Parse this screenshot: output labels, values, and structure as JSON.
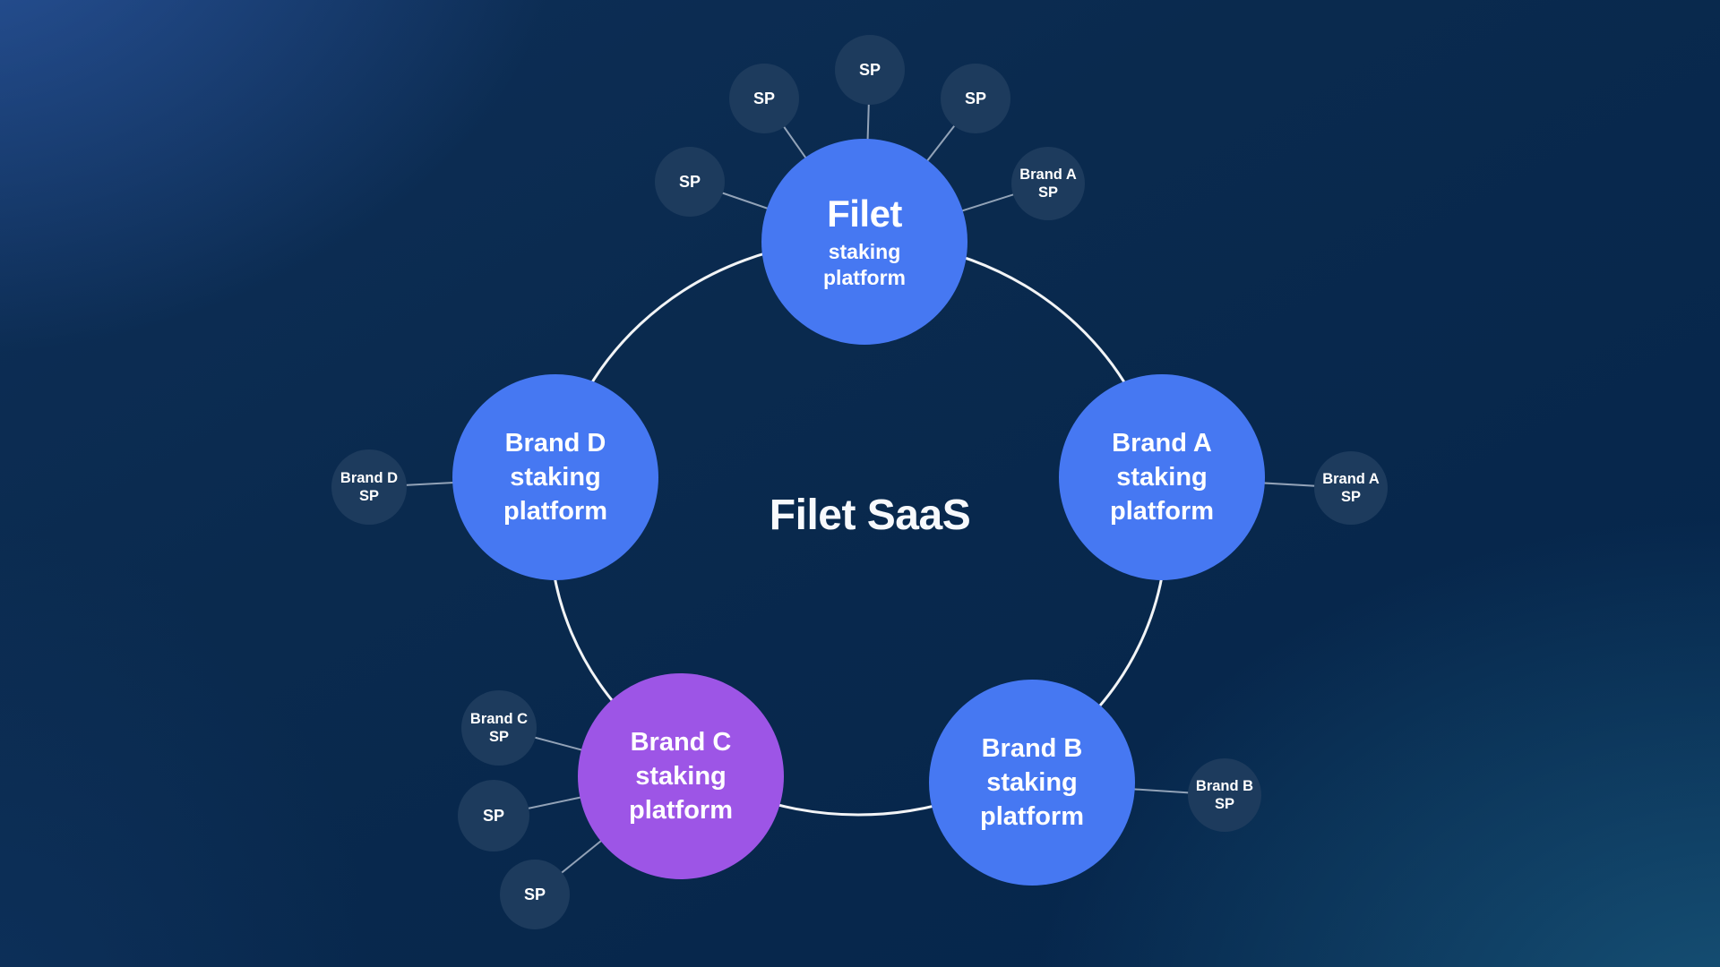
{
  "center_title": "Filet SaaS",
  "colors": {
    "background_navy": "#0A2A4E",
    "corner_glow_blue": "#1E4184",
    "corner_glow_teal": "#1D567C",
    "platform_blue": "#4678F2",
    "platform_purple": "#9D55E6",
    "satellite_navy": "#1D3B5D",
    "ring_white": "#FFFFFF",
    "connector_line": "rgba(230,238,248,0.62)",
    "text_white": "#FFFFFF"
  },
  "platforms": {
    "filet": {
      "title": "Filet",
      "subtitle": "staking\nplatform",
      "color": "#4678F2"
    },
    "brand_a": {
      "title": "Brand A",
      "subtitle": "staking\nplatform",
      "color": "#4678F2"
    },
    "brand_b": {
      "title": "Brand B",
      "subtitle": "staking\nplatform",
      "color": "#4678F2"
    },
    "brand_c": {
      "title": "Brand C",
      "subtitle": "staking\nplatform",
      "color": "#9D55E6"
    },
    "brand_d": {
      "title": "Brand D",
      "subtitle": "staking\nplatform",
      "color": "#4678F2"
    }
  },
  "satellites": {
    "filet": [
      "SP",
      "SP",
      "SP",
      "SP",
      "Brand A\nSP"
    ],
    "brand_a": [
      "Brand A\nSP"
    ],
    "brand_b": [
      "Brand B\nSP"
    ],
    "brand_c": [
      "Brand C\nSP",
      "SP",
      "SP"
    ],
    "brand_d": [
      "Brand D\nSP"
    ]
  }
}
